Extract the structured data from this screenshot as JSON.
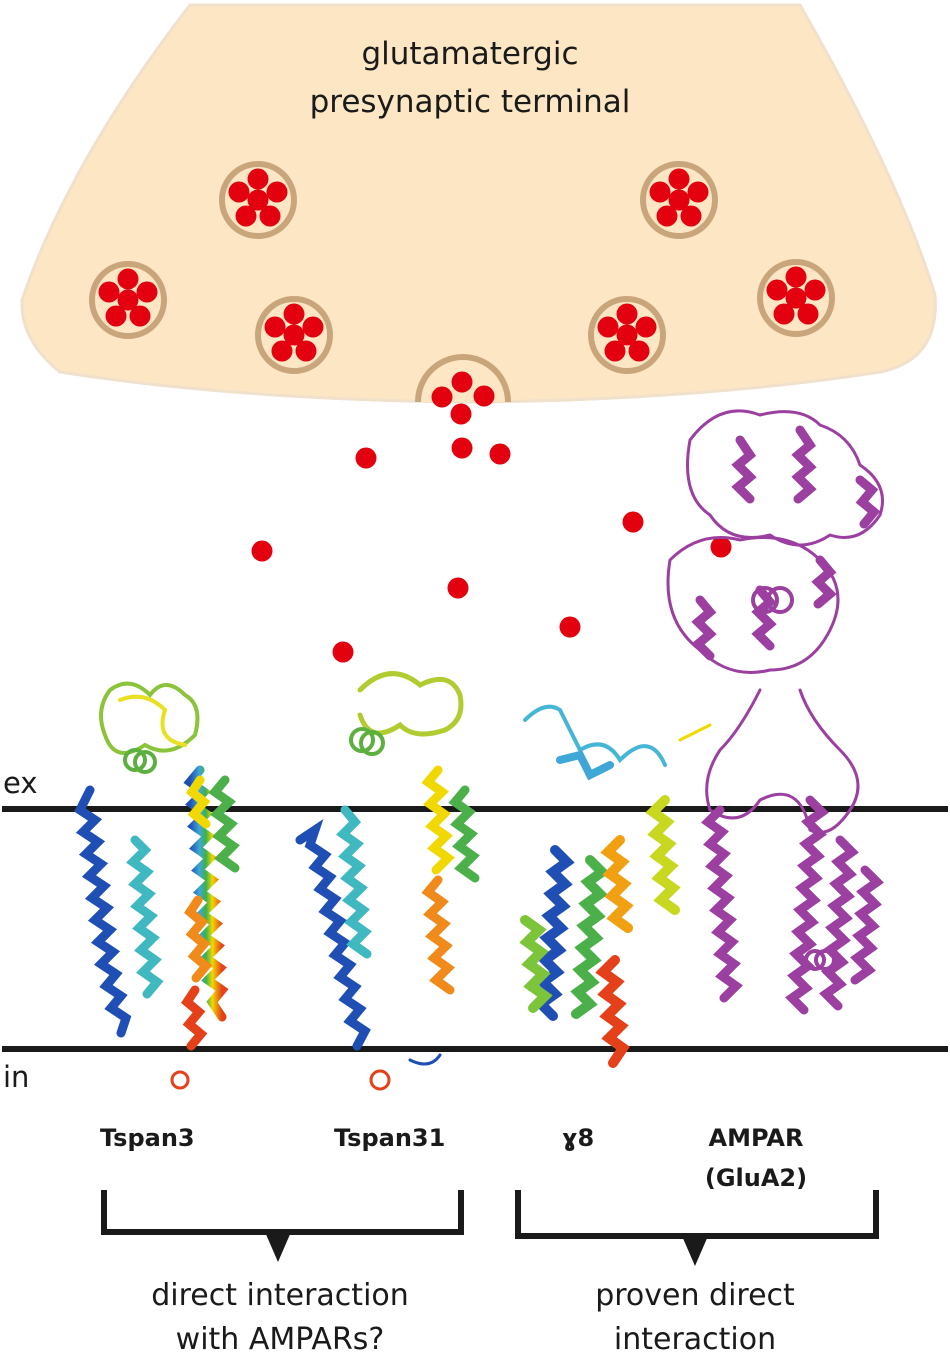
{
  "terminal": {
    "title_line1": "glutamatergic",
    "title_line2": "presynaptic terminal",
    "fill_color": "#fce6c4",
    "vesicle_ring_color": "#c9a57c",
    "glutamate_color": "#e3000f"
  },
  "membrane": {
    "outer_label": "ex",
    "inner_label": "in",
    "line_color": "#1a1a1a"
  },
  "proteins": [
    {
      "name": "Tspan3",
      "coloring": "rainbow"
    },
    {
      "name": "Tspan31",
      "coloring": "rainbow"
    },
    {
      "name": "ɣ8",
      "coloring": "rainbow"
    },
    {
      "name_line1": "AMPAR",
      "name_line2": "(GluA2)",
      "coloring": "#9b3fa0"
    }
  ],
  "groups": [
    {
      "label_line1": "direct interaction",
      "label_line2": "with AMPARs?"
    },
    {
      "label_line1": "proven direct",
      "label_line2": "interaction"
    }
  ]
}
